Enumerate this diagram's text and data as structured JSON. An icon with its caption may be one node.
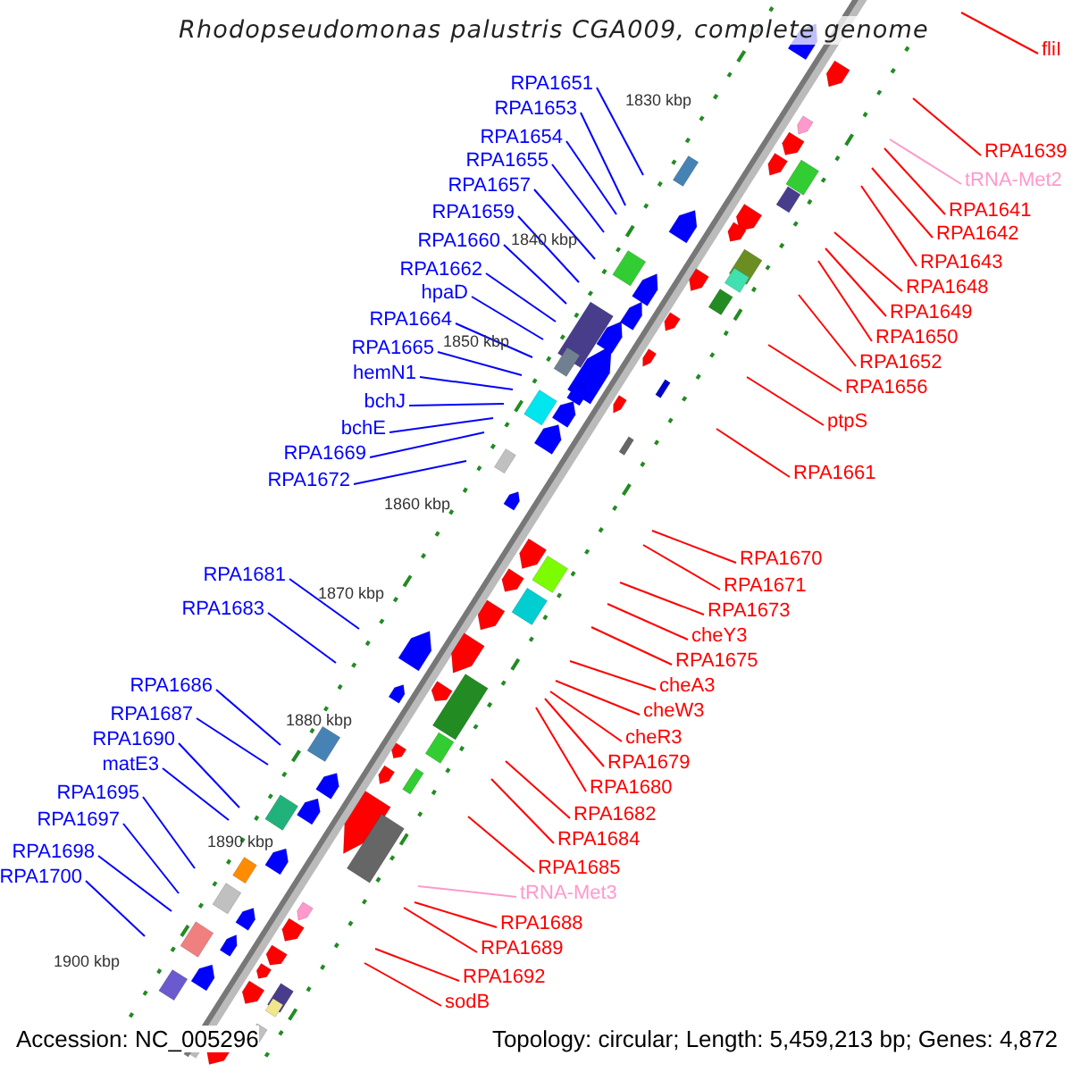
{
  "diagram": {
    "title": "Rhodopseudomonas palustris CGA009, complete genome",
    "nodes": [
      {
        "text": [
          "RPA1651"
        ]
      },
      {
        "text": [
          "RPA1653"
        ]
      },
      {
        "text": [
          "RPA1654"
        ]
      },
      {
        "text": [
          "RPA1655"
        ]
      },
      {
        "text": [
          "RPA1657"
        ]
      },
      {
        "text": [
          "RPA1659"
        ]
      },
      {
        "text": [
          "RPA1660"
        ]
      },
      {
        "text": [
          "RPA1662"
        ]
      },
      {
        "text": [
          "hpaD"
        ]
      },
      {
        "text": [
          "RPA1664"
        ]
      },
      {
        "text": [
          "RPA1665"
        ]
      },
      {
        "text": [
          "hemN1"
        ]
      },
      {
        "text": [
          "bchJ"
        ]
      },
      {
        "text": [
          "bchE"
        ]
      },
      {
        "text": [
          "RPA1669"
        ]
      },
      {
        "text": [
          "RPA1672"
        ]
      },
      {
        "text": [
          "RPA1681"
        ]
      },
      {
        "text": [
          "RPA1683"
        ]
      },
      {
        "text": [
          "RPA1686"
        ]
      },
      {
        "text": [
          "RPA1687"
        ]
      },
      {
        "text": [
          "RPA1690"
        ]
      },
      {
        "text": [
          "matE3"
        ]
      },
      {
        "text": [
          "RPA1695"
        ]
      },
      {
        "text": [
          "RPA1697"
        ]
      },
      {
        "text": [
          "RPA1698"
        ]
      },
      {
        "text": [
          "RPA1700"
        ]
      },
      {
        "text": [
          "fliI"
        ]
      },
      {
        "text": [
          "RPA1639"
        ]
      },
      {
        "text": [
          "tRNA-Met2"
        ]
      },
      {
        "text": [
          "RPA1641"
        ]
      },
      {
        "text": [
          "RPA1642"
        ]
      },
      {
        "text": [
          "RPA1643"
        ]
      },
      {
        "text": [
          "RPA1648"
        ]
      },
      {
        "text": [
          "RPA1649"
        ]
      },
      {
        "text": [
          "RPA1650"
        ]
      },
      {
        "text": [
          "RPA1652"
        ]
      },
      {
        "text": [
          "RPA1656"
        ]
      },
      {
        "text": [
          "ptpS"
        ]
      },
      {
        "text": [
          "RPA1661"
        ]
      },
      {
        "text": [
          "RPA1670"
        ]
      },
      {
        "text": [
          "RPA1671"
        ]
      },
      {
        "text": [
          "RPA1673"
        ]
      },
      {
        "text": [
          "cheY3"
        ]
      },
      {
        "text": [
          "RPA1675"
        ]
      },
      {
        "text": [
          "cheA3"
        ]
      },
      {
        "text": [
          "cheW3"
        ]
      },
      {
        "text": [
          "cheR3"
        ]
      },
      {
        "text": [
          "RPA1679"
        ]
      },
      {
        "text": [
          "RPA1680"
        ]
      },
      {
        "text": [
          "RPA1682"
        ]
      },
      {
        "text": [
          "RPA1684"
        ]
      },
      {
        "text": [
          "RPA1685"
        ]
      },
      {
        "text": [
          "tRNA-Met3"
        ]
      },
      {
        "text": [
          "RPA1688"
        ]
      },
      {
        "text": [
          "RPA1689"
        ]
      },
      {
        "text": [
          "RPA1692"
        ]
      },
      {
        "text": [
          "sodB"
        ]
      }
    ],
    "edges": [
      {
        "from": 0,
        "to": null,
        "arrow": "none",
        "color": "#0000ff"
      },
      {
        "from": 1,
        "to": null,
        "arrow": "none",
        "color": "#0000ff"
      },
      {
        "from": 2,
        "to": null,
        "arrow": "none",
        "color": "#0000ff"
      },
      {
        "from": 3,
        "to": null,
        "arrow": "none",
        "color": "#0000ff"
      },
      {
        "from": 4,
        "to": null,
        "arrow": "none",
        "color": "#0000ff"
      },
      {
        "from": 5,
        "to": null,
        "arrow": "none",
        "color": "#0000ff"
      },
      {
        "from": 6,
        "to": null,
        "arrow": "none",
        "color": "#0000ff"
      },
      {
        "from": 7,
        "to": null,
        "arrow": "none",
        "color": "#0000ff"
      },
      {
        "from": 8,
        "to": null,
        "arrow": "none",
        "color": "#0000ff"
      },
      {
        "from": 9,
        "to": null,
        "arrow": "none",
        "color": "#0000ff"
      },
      {
        "from": 10,
        "to": null,
        "arrow": "none",
        "color": "#0000ff"
      },
      {
        "from": 11,
        "to": null,
        "arrow": "none",
        "color": "#0000ff"
      },
      {
        "from": 12,
        "to": null,
        "arrow": "none",
        "color": "#0000ff"
      },
      {
        "from": 13,
        "to": null,
        "arrow": "none",
        "color": "#0000ff"
      },
      {
        "from": 14,
        "to": null,
        "arrow": "none",
        "color": "#0000ff"
      },
      {
        "from": 15,
        "to": null,
        "arrow": "none",
        "color": "#0000ff"
      },
      {
        "from": 16,
        "to": null,
        "arrow": "none",
        "color": "#0000ff"
      },
      {
        "from": 17,
        "to": null,
        "arrow": "none",
        "color": "#0000ff"
      },
      {
        "from": 18,
        "to": null,
        "arrow": "none",
        "color": "#0000ff"
      },
      {
        "from": 19,
        "to": null,
        "arrow": "none",
        "color": "#0000ff"
      },
      {
        "from": 20,
        "to": null,
        "arrow": "none",
        "color": "#0000ff"
      },
      {
        "from": 21,
        "to": null,
        "arrow": "none",
        "color": "#0000ff"
      },
      {
        "from": 22,
        "to": null,
        "arrow": "none",
        "color": "#0000ff"
      },
      {
        "from": 23,
        "to": null,
        "arrow": "none",
        "color": "#0000ff"
      },
      {
        "from": 24,
        "to": null,
        "arrow": "none",
        "color": "#0000ff"
      },
      {
        "from": 25,
        "to": null,
        "arrow": "none",
        "color": "#0000ff"
      },
      {
        "from": 26,
        "to": null,
        "arrow": "none"
      },
      {
        "from": 27,
        "to": null,
        "arrow": "none"
      },
      {
        "from": 28,
        "to": null,
        "arrow": "none",
        "color": "#ff99cc"
      },
      {
        "from": 29,
        "to": null,
        "arrow": "none"
      },
      {
        "from": 30,
        "to": null,
        "arrow": "none"
      },
      {
        "from": 31,
        "to": null,
        "arrow": "none"
      },
      {
        "from": 32,
        "to": null,
        "arrow": "none"
      },
      {
        "from": 33,
        "to": null,
        "arrow": "none"
      },
      {
        "from": 34,
        "to": null,
        "arrow": "none"
      },
      {
        "from": 35,
        "to": null,
        "arrow": "none"
      },
      {
        "from": 36,
        "to": null,
        "arrow": "none"
      },
      {
        "from": 37,
        "to": null,
        "arrow": "none"
      },
      {
        "from": 38,
        "to": null,
        "arrow": "none"
      },
      {
        "from": 39,
        "to": null,
        "arrow": "none"
      },
      {
        "from": 40,
        "to": null,
        "arrow": "none"
      },
      {
        "from": 41,
        "to": null,
        "arrow": "none"
      },
      {
        "from": 42,
        "to": null,
        "arrow": "none"
      },
      {
        "from": 43,
        "to": null,
        "arrow": "none"
      },
      {
        "from": 44,
        "to": null,
        "arrow": "none"
      },
      {
        "from": 45,
        "to": null,
        "arrow": "none"
      },
      {
        "from": 46,
        "to": null,
        "arrow": "none"
      },
      {
        "from": 47,
        "to": null,
        "arrow": "none"
      },
      {
        "from": 48,
        "to": null,
        "arrow": "none"
      },
      {
        "from": 49,
        "to": null,
        "arrow": "none"
      },
      {
        "from": 50,
        "to": null,
        "arrow": "none"
      },
      {
        "from": 51,
        "to": null,
        "arrow": "none"
      },
      {
        "from": 52,
        "to": null,
        "arrow": "none",
        "color": "#ff99cc"
      },
      {
        "from": 53,
        "to": null,
        "arrow": "none"
      },
      {
        "from": 54,
        "to": null,
        "arrow": "none"
      },
      {
        "from": 55,
        "to": null,
        "arrow": "none"
      },
      {
        "from": 56,
        "to": null,
        "arrow": "none"
      }
    ],
    "labels": [
      "1830 kbp",
      "1840 kbp",
      "1850 kbp",
      "1860 kbp",
      "1870 kbp",
      "1880 kbp",
      "1890 kbp",
      "1900 kbp",
      "Accession: NC_005296",
      "Topology: circular; Length: 5,459,213 bp; Genes: 4,872"
    ]
  }
}
